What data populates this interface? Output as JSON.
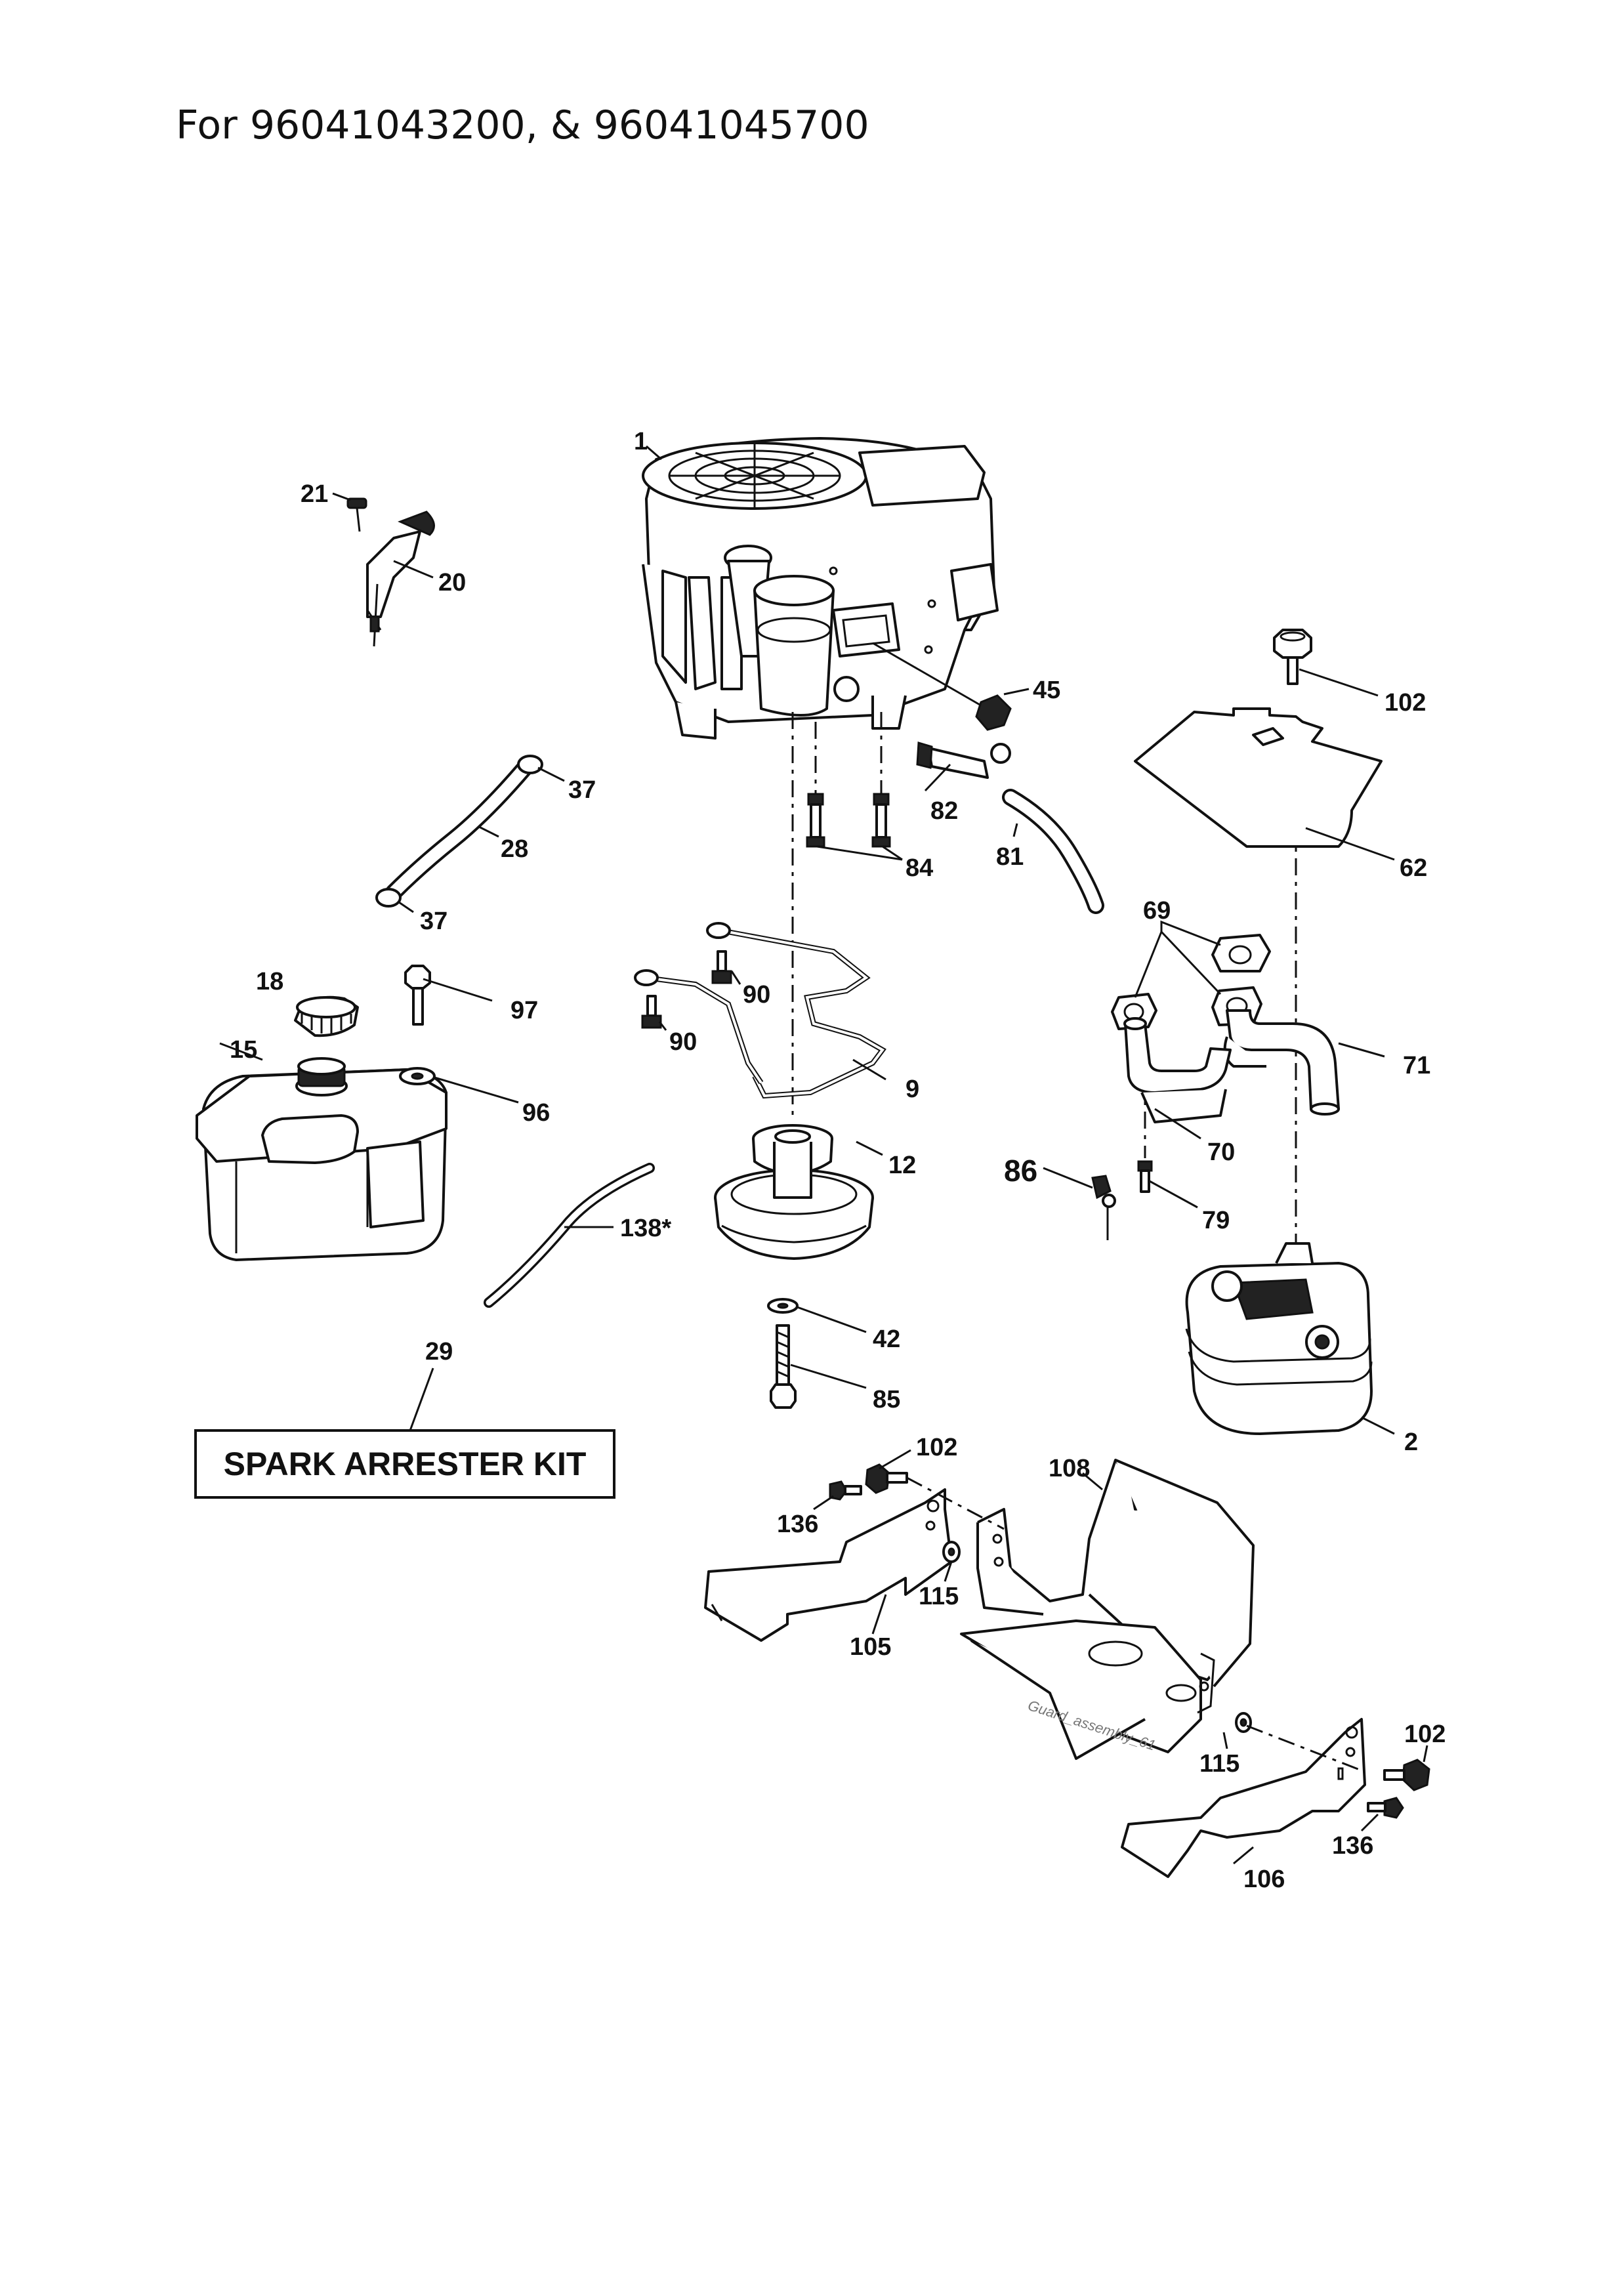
{
  "header": {
    "title": "For 96041043200, & 96041045700"
  },
  "kit_box": {
    "label": "SPARK ARRESTER KIT"
  },
  "watermark": "Guard_assembly_61",
  "callouts": [
    {
      "id": "c1",
      "number": "1"
    },
    {
      "id": "c21",
      "number": "21"
    },
    {
      "id": "c20",
      "number": "20"
    },
    {
      "id": "c45",
      "number": "45"
    },
    {
      "id": "c102a",
      "number": "102"
    },
    {
      "id": "c37a",
      "number": "37"
    },
    {
      "id": "c28",
      "number": "28"
    },
    {
      "id": "c37b",
      "number": "37"
    },
    {
      "id": "c82",
      "number": "82"
    },
    {
      "id": "c84",
      "number": "84"
    },
    {
      "id": "c81",
      "number": "81"
    },
    {
      "id": "c62",
      "number": "62"
    },
    {
      "id": "c69",
      "number": "69"
    },
    {
      "id": "c18",
      "number": "18"
    },
    {
      "id": "c97",
      "number": "97"
    },
    {
      "id": "c90a",
      "number": "90"
    },
    {
      "id": "c90b",
      "number": "90"
    },
    {
      "id": "c15",
      "number": "15"
    },
    {
      "id": "c96",
      "number": "96"
    },
    {
      "id": "c9",
      "number": "9"
    },
    {
      "id": "c71",
      "number": "71"
    },
    {
      "id": "c12",
      "number": "12"
    },
    {
      "id": "c86",
      "number": "86"
    },
    {
      "id": "c70",
      "number": "70"
    },
    {
      "id": "c79",
      "number": "79"
    },
    {
      "id": "c138",
      "number": "138*"
    },
    {
      "id": "c42",
      "number": "42"
    },
    {
      "id": "c29",
      "number": "29"
    },
    {
      "id": "c85",
      "number": "85"
    },
    {
      "id": "c2",
      "number": "2"
    },
    {
      "id": "c102b",
      "number": "102"
    },
    {
      "id": "c108",
      "number": "108"
    },
    {
      "id": "c136a",
      "number": "136"
    },
    {
      "id": "c115a",
      "number": "115"
    },
    {
      "id": "c105",
      "number": "105"
    },
    {
      "id": "c102c",
      "number": "102"
    },
    {
      "id": "c115b",
      "number": "115"
    },
    {
      "id": "c136b",
      "number": "136"
    },
    {
      "id": "c106",
      "number": "106"
    }
  ]
}
